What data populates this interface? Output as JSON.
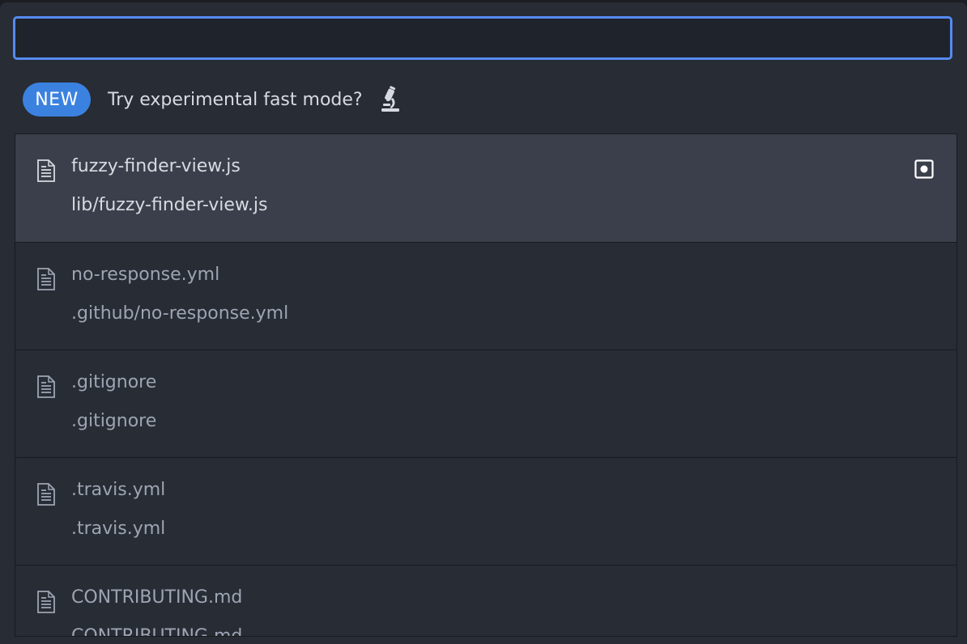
{
  "search": {
    "value": "",
    "placeholder": ""
  },
  "promo": {
    "badge_label": "NEW",
    "text": "Try experimental fast mode?",
    "icon": "microscope-icon"
  },
  "colors": {
    "accent": "#568af2",
    "badge": "#3b82e0",
    "panel_bg": "#282c34",
    "selected_bg": "#3a3f4b"
  },
  "results": [
    {
      "name": "fuzzy-finder-view.js",
      "path": "lib/fuzzy-finder-view.js",
      "selected": true,
      "icon": "file-text-icon",
      "status_icon": "modified-status-icon"
    },
    {
      "name": "no-response.yml",
      "path": ".github/no-response.yml",
      "selected": false,
      "icon": "file-text-icon"
    },
    {
      "name": ".gitignore",
      "path": ".gitignore",
      "selected": false,
      "icon": "file-text-icon"
    },
    {
      "name": ".travis.yml",
      "path": ".travis.yml",
      "selected": false,
      "icon": "file-text-icon"
    },
    {
      "name": "CONTRIBUTING.md",
      "path": "CONTRIBUTING.md",
      "selected": false,
      "icon": "file-text-icon"
    }
  ]
}
